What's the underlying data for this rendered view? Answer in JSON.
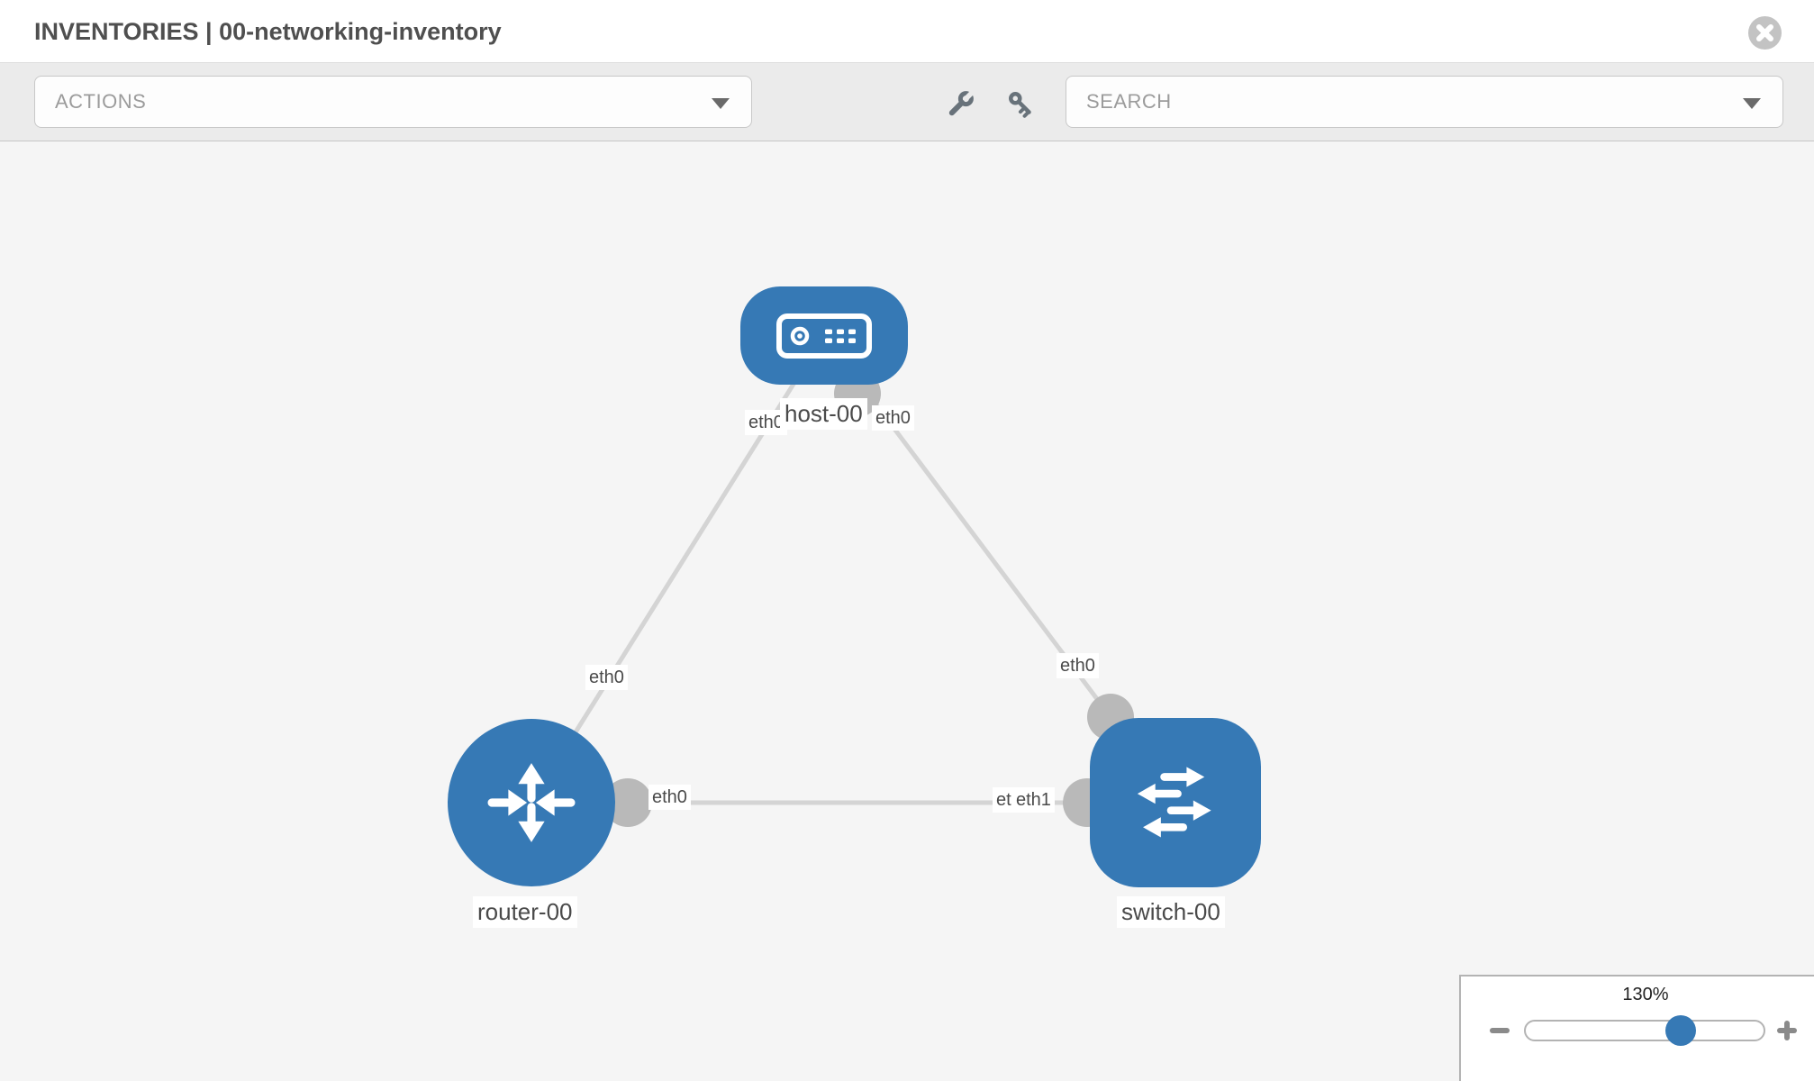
{
  "header": {
    "title": "INVENTORIES | 00-networking-inventory"
  },
  "toolbar": {
    "actions_value": "ACTIONS",
    "search_value": "SEARCH",
    "icons": [
      "wrench-icon",
      "key-icon"
    ]
  },
  "topology": {
    "nodes": [
      {
        "label": "host-00",
        "type": "host",
        "shape": "rounded-rect"
      },
      {
        "label": "router-00",
        "type": "router",
        "shape": "circle"
      },
      {
        "label": "switch-00",
        "type": "switch",
        "shape": "rounded-square"
      }
    ],
    "links": [
      {
        "from": "host-00",
        "to": "router-00",
        "from_interface": "eth0",
        "to_interface": "eth0"
      },
      {
        "from": "host-00",
        "to": "switch-00",
        "from_interface": "eth0",
        "to_interface": "eth0"
      },
      {
        "from": "router-00",
        "to": "switch-00",
        "from_interface": "eth0",
        "to_interface": "eth1"
      }
    ],
    "interface_labels": {
      "host_left": "eth0",
      "host_right": "eth0",
      "router_top": "eth0",
      "router_right": "eth0",
      "switch_top": "eth0",
      "switch_left_back": "eth0",
      "switch_left_front": "eth1"
    }
  },
  "zoom_control": {
    "level": "130%"
  },
  "colors": {
    "node_blue": "#3679b5",
    "link_gray": "#d4d4d4",
    "interface_gray": "#b9b9b9",
    "canvas_bg": "#f5f5f5",
    "toolbar_bg": "#ebebeb",
    "label_text": "#4a4a4a"
  }
}
